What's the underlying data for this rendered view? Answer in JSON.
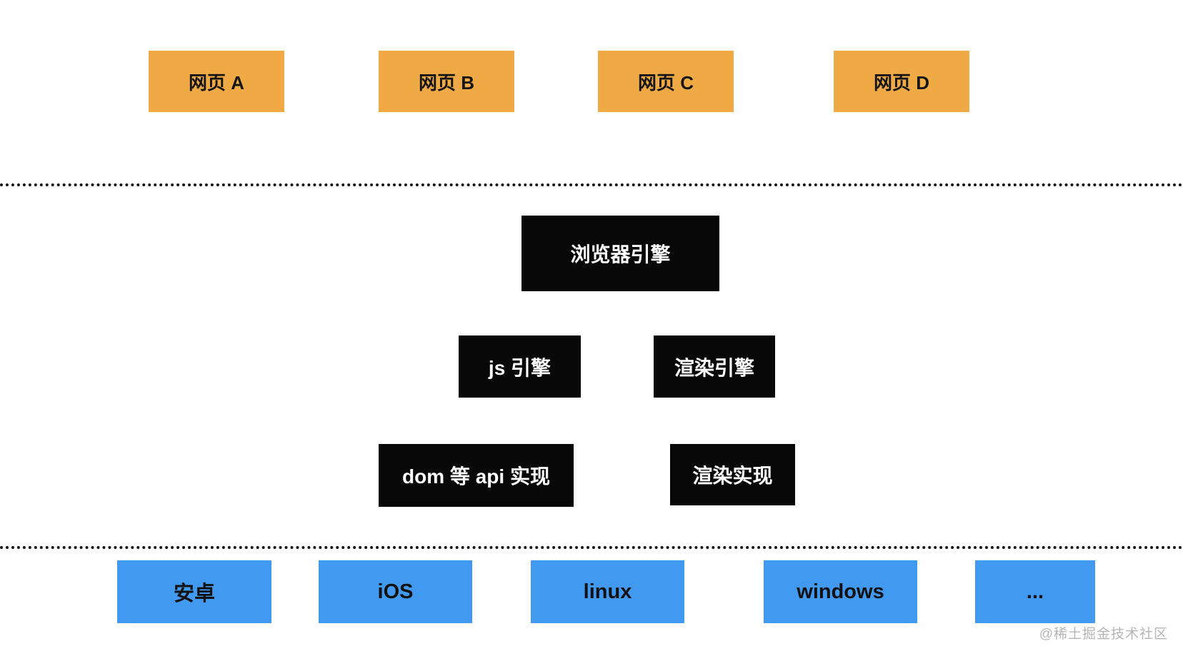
{
  "diagram": {
    "webpages": {
      "box_color": "#efaa45",
      "text_color": "#151515",
      "items": [
        {
          "label": "网页 A"
        },
        {
          "label": "网页 B"
        },
        {
          "label": "网页 C"
        },
        {
          "label": "网页 D"
        }
      ]
    },
    "engines": {
      "box_color": "#080808",
      "text_color": "#ffffff",
      "browser_engine": {
        "label": "浏览器引擎"
      },
      "js_engine": {
        "label": "js 引擎"
      },
      "render_engine": {
        "label": "渲染引擎"
      },
      "dom_api_impl": {
        "label": "dom 等 api 实现"
      },
      "render_impl": {
        "label": "渲染实现"
      }
    },
    "platforms": {
      "box_color": "#4299f0",
      "text_color": "#111111",
      "items": [
        {
          "label": "安卓"
        },
        {
          "label": "iOS"
        },
        {
          "label": "linux"
        },
        {
          "label": "windows"
        },
        {
          "label": "..."
        }
      ]
    },
    "watermark": {
      "label": "@稀土掘金技术社区",
      "color": "#b5b5b5"
    }
  }
}
